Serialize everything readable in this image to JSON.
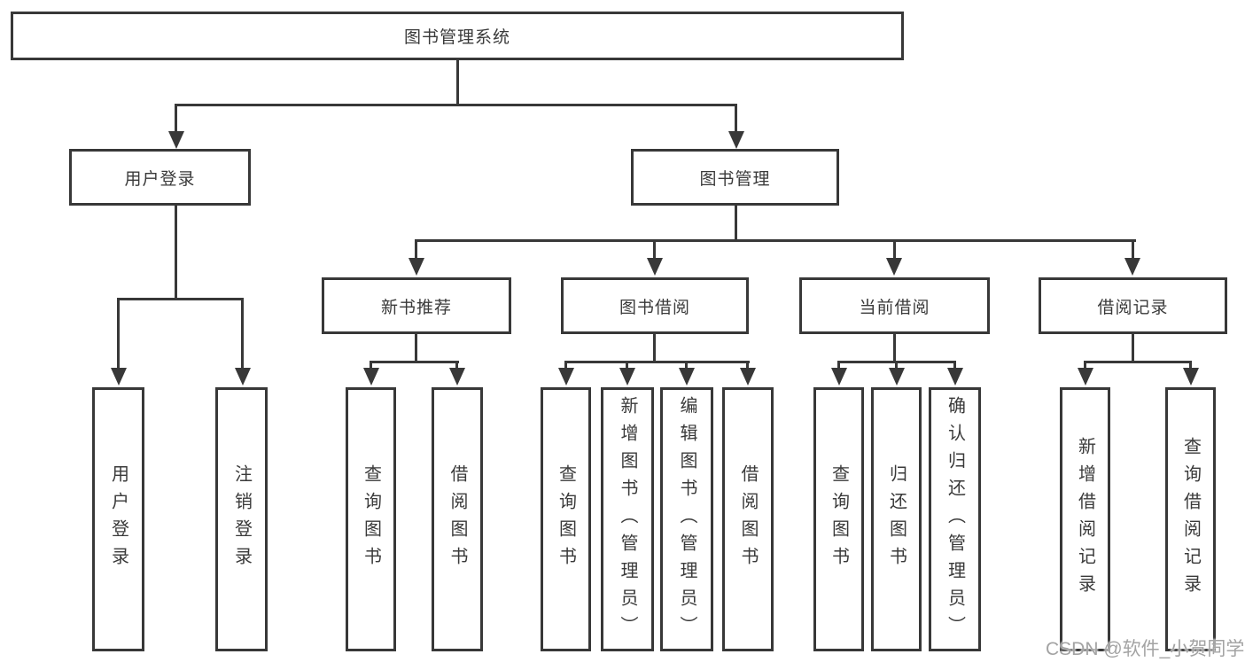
{
  "tree": {
    "root": {
      "label": "图书管理系统"
    },
    "branches": [
      {
        "label": "用户登录",
        "leaves": [
          {
            "label": "用户登录"
          },
          {
            "label": "注销登录"
          }
        ]
      },
      {
        "label": "图书管理",
        "groups": [
          {
            "label": "新书推荐",
            "leaves": [
              {
                "label": "查询图书"
              },
              {
                "label": "借阅图书"
              }
            ]
          },
          {
            "label": "图书借阅",
            "leaves": [
              {
                "label": "查询图书"
              },
              {
                "label": "新增图书（管理员）"
              },
              {
                "label": "编辑图书（管理员）"
              },
              {
                "label": "借阅图书"
              }
            ]
          },
          {
            "label": "当前借阅",
            "leaves": [
              {
                "label": "查询图书"
              },
              {
                "label": "归还图书"
              },
              {
                "label": "确认归还（管理员）"
              }
            ]
          },
          {
            "label": "借阅记录",
            "leaves": [
              {
                "label": "新增借阅记录"
              },
              {
                "label": "查询借阅记录"
              }
            ]
          }
        ]
      }
    ]
  },
  "watermark": {
    "text": "CSDN @软件_小贺同学"
  },
  "colors": {
    "line": "#383838",
    "text": "#3a3a3a",
    "watermark": "#a3a3a3",
    "background": "#ffffff"
  }
}
